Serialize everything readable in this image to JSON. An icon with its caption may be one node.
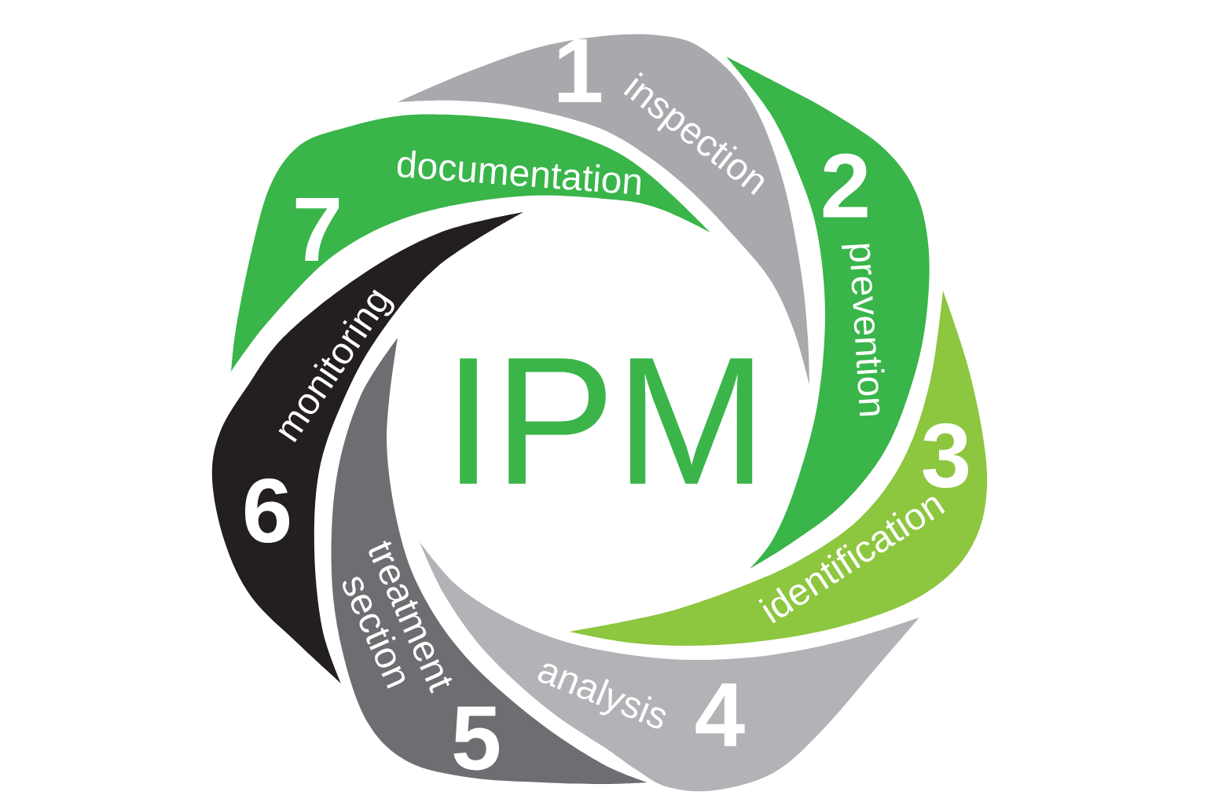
{
  "diagram": {
    "title": "IPM",
    "nodes": [
      {
        "text": [
          "1",
          "inspection"
        ]
      },
      {
        "text": [
          "2",
          "prevention"
        ]
      },
      {
        "text": [
          "3",
          "identification"
        ]
      },
      {
        "text": [
          "4",
          "analysis"
        ]
      },
      {
        "text": [
          "5",
          "treatment section"
        ]
      },
      {
        "text": [
          "6",
          "monitoring"
        ]
      },
      {
        "text": [
          "7",
          "documentation"
        ]
      }
    ]
  }
}
